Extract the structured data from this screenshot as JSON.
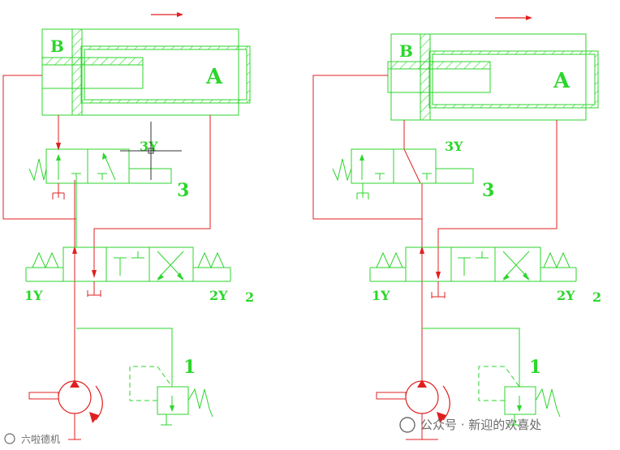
{
  "labels": {
    "left": {
      "chamber_b": "B",
      "chamber_a": "A",
      "valve3_coil": "3Y",
      "valve3_number": "3",
      "valve2_coil_left": "1Y",
      "valve2_coil_right": "2Y",
      "valve2_number": "2",
      "relief_number": "1"
    },
    "right": {
      "chamber_b": "B",
      "chamber_a": "A",
      "valve3_coil": "3Y",
      "valve3_number": "3",
      "valve2_coil_left": "1Y",
      "valve2_coil_right": "2Y",
      "valve2_number": "2",
      "relief_number": "1"
    }
  },
  "watermarks": {
    "bottom_left": "六啦德机",
    "bottom_right": "公众号 · 新迎的欢喜处"
  },
  "colors": {
    "line_green": "#2bd62b",
    "line_red": "#e02020",
    "hatch_green": "#2bd62b",
    "watermark": "#6b6b6b"
  }
}
